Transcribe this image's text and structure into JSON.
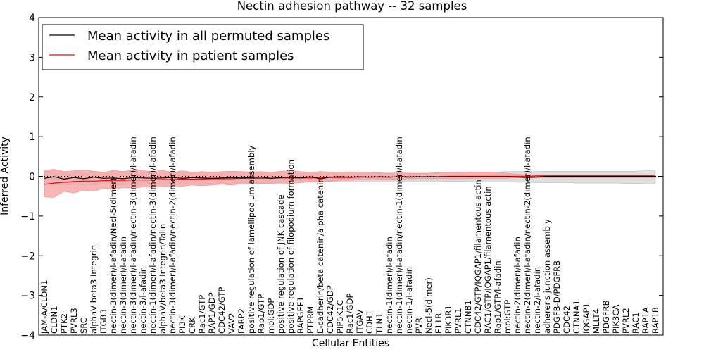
{
  "chart_data": {
    "type": "line",
    "title": "Nectin adhesion pathway -- 32 samples",
    "xlabel": "Cellular Entities",
    "ylabel": "Inferred Activity",
    "ylim": [
      -4,
      4
    ],
    "yticks": [
      -4,
      -3,
      -2,
      -1,
      0,
      1,
      2,
      3,
      4
    ],
    "grid": false,
    "legend_position": "top-left",
    "categories": [
      "JAM-A/CLDN1",
      "CLDN1",
      "PTK2",
      "PVRL3",
      "SRC",
      "alphaV beta3 Integrin",
      "ITGB3",
      "nectin-3(dimer)/l-afadin/Necl-5(dimer)",
      "nectin-3(dimer)/l-afadin",
      "nectin-3(dimer)/l-afadin/nectin-3(dimer)/l-afadin",
      "nectin-3/l-afadin",
      "nectin-1(dimer)/l-afadin/nectin-3(dimer)/l-afadin",
      "alphaV/beta3 Integrin/Talin",
      "nectin-3(dimer)/l-afadin/nectin-2(dimer)/l-afadin",
      "PI3K",
      "CRK",
      "Rac1/GTP",
      "RAP1/GDP",
      "CDC42/GTP",
      "VAV2",
      "FARP2",
      "positive regulation of lamellipodium assembly",
      "Rap1/GTP",
      "mol:GDP",
      "positive regulation of JNK cascade",
      "positive regulation of filopodium formation",
      "RAPGEF1",
      "PTPRM",
      "E-cadherin/beta catenin/alpha catenin",
      "CDC42/GDP",
      "PIP5K1C",
      "Rac1/GDP",
      "ITGAV",
      "CDH1",
      "TLN1",
      "nectin-1(dimer)/l-afadin",
      "nectin-1(dimer)/l-afadin/nectin-1(dimer)/l-afadin",
      "nectin-1/l-afadin",
      "PVR",
      "Necl-5(dimer)",
      "F11R",
      "PIK3R1",
      "PVRL1",
      "CTNNB1",
      "CDC42/GTP/IQGAP1/filamentous actin",
      "RAC1/GTP/IQGAP1/filamentous actin",
      "Rap1/GTP/l-afadin",
      "mol:GTP",
      "nectin-2(dimer)/l-afadin",
      "nectin-2(dimer)/l-afadin/nectin-2(dimer)/l-afadin",
      "nectin-2/l-afadin",
      "adherens junction assembly",
      "PDGFB-D/PDGFRB",
      "CDC42",
      "CTNNA1",
      "IQGAP1",
      "MLLT4",
      "PDGFRB",
      "PIK3CA",
      "PVRL2",
      "RAC1",
      "RAP1A",
      "RAP1B"
    ],
    "series": [
      {
        "name": "Mean activity in all permuted samples",
        "color": "#000000",
        "values": [
          -0.05,
          -0.01,
          -0.07,
          -0.03,
          -0.06,
          -0.02,
          -0.05,
          -0.04,
          -0.06,
          -0.03,
          -0.04,
          -0.05,
          -0.04,
          -0.03,
          -0.05,
          -0.03,
          -0.04,
          -0.05,
          -0.04,
          -0.03,
          -0.04,
          -0.03,
          -0.02,
          -0.05,
          -0.03,
          -0.02,
          -0.04,
          -0.01,
          -0.06,
          -0.02,
          -0.01,
          -0.02,
          -0.01,
          -0.02,
          -0.01,
          -0.02,
          -0.01,
          -0.02,
          -0.01,
          -0.01,
          -0.01,
          -0.01,
          -0.01,
          -0.01,
          -0.01,
          -0.01,
          -0.01,
          -0.01,
          -0.02,
          -0.03,
          -0.02,
          0.0,
          0.0,
          0.0,
          0.0,
          0.0,
          0.0,
          0.0,
          0.0,
          0.0,
          0.0,
          0.0,
          0.0
        ],
        "band_upper": [
          0.12,
          0.13,
          0.11,
          0.12,
          0.11,
          0.12,
          0.11,
          0.12,
          0.11,
          0.12,
          0.11,
          0.11,
          0.11,
          0.1,
          0.11,
          0.1,
          0.1,
          0.11,
          0.1,
          0.1,
          0.1,
          0.1,
          0.09,
          0.09,
          0.09,
          0.08,
          0.08,
          0.08,
          0.07,
          0.07,
          0.07,
          0.07,
          0.07,
          0.07,
          0.07,
          0.08,
          0.08,
          0.08,
          0.08,
          0.08,
          0.09,
          0.09,
          0.09,
          0.1,
          0.1,
          0.1,
          0.11,
          0.12,
          0.12,
          0.12,
          0.12,
          0.13,
          0.13,
          0.13,
          0.13,
          0.13,
          0.13,
          0.13,
          0.13,
          0.13,
          0.13,
          0.14,
          0.14
        ],
        "band_lower": [
          -0.22,
          -0.21,
          -0.22,
          -0.21,
          -0.22,
          -0.21,
          -0.2,
          -0.21,
          -0.22,
          -0.2,
          -0.21,
          -0.2,
          -0.21,
          -0.2,
          -0.19,
          -0.2,
          -0.19,
          -0.18,
          -0.19,
          -0.18,
          -0.17,
          -0.18,
          -0.17,
          -0.16,
          -0.15,
          -0.15,
          -0.14,
          -0.14,
          -0.13,
          -0.13,
          -0.12,
          -0.12,
          -0.12,
          -0.12,
          -0.12,
          -0.12,
          -0.12,
          -0.12,
          -0.12,
          -0.12,
          -0.12,
          -0.13,
          -0.13,
          -0.13,
          -0.14,
          -0.14,
          -0.14,
          -0.14,
          -0.15,
          -0.15,
          -0.16,
          -0.16,
          -0.16,
          -0.16,
          -0.17,
          -0.17,
          -0.17,
          -0.17,
          -0.17,
          -0.18,
          -0.18,
          -0.19,
          -0.19
        ]
      },
      {
        "name": "Mean activity in patient samples",
        "color": "#ff0000",
        "values": [
          -0.2,
          -0.17,
          -0.15,
          -0.13,
          -0.12,
          -0.12,
          -0.11,
          -0.1,
          -0.1,
          -0.09,
          -0.09,
          -0.09,
          -0.08,
          -0.08,
          -0.07,
          -0.07,
          -0.07,
          -0.06,
          -0.06,
          -0.06,
          -0.05,
          -0.05,
          -0.05,
          -0.05,
          -0.04,
          -0.04,
          -0.04,
          -0.04,
          -0.03,
          -0.03,
          -0.03,
          -0.03,
          -0.02,
          -0.02,
          -0.02,
          -0.02,
          -0.01,
          -0.01,
          -0.01,
          -0.01,
          -0.01,
          0.0,
          0.0,
          0.0,
          0.0,
          0.0,
          0.0,
          0.0,
          0.0,
          0.0,
          0.01,
          0.01,
          0.01,
          0.01,
          0.01,
          0.01,
          0.01,
          0.01,
          0.01,
          0.01,
          0.01,
          0.01,
          0.01
        ],
        "band_upper": [
          0.15,
          0.18,
          0.12,
          0.14,
          0.16,
          0.13,
          0.1,
          0.15,
          0.12,
          0.16,
          0.14,
          0.12,
          0.15,
          0.1,
          0.14,
          0.1,
          0.12,
          0.1,
          0.12,
          0.13,
          0.12,
          0.11,
          0.12,
          0.1,
          0.13,
          0.14,
          0.12,
          0.1,
          0.12,
          0.11,
          0.1,
          0.11,
          0.1,
          0.1,
          0.09,
          0.08,
          0.09,
          0.08,
          0.07,
          0.08,
          0.1,
          0.1,
          0.1,
          0.11,
          0.11,
          0.11,
          0.1,
          0.08,
          0.05,
          0.04,
          0.04,
          0.04,
          0.04,
          0.04,
          0.04,
          0.04,
          0.04,
          0.04,
          0.04,
          0.04,
          0.04,
          0.04,
          0.04
        ],
        "band_lower": [
          -0.52,
          -0.53,
          -0.38,
          -0.42,
          -0.35,
          -0.38,
          -0.3,
          -0.33,
          -0.28,
          -0.3,
          -0.27,
          -0.28,
          -0.26,
          -0.24,
          -0.25,
          -0.22,
          -0.24,
          -0.22,
          -0.2,
          -0.22,
          -0.19,
          -0.2,
          -0.18,
          -0.18,
          -0.17,
          -0.18,
          -0.16,
          -0.14,
          -0.15,
          -0.12,
          -0.1,
          -0.1,
          -0.09,
          -0.09,
          -0.08,
          -0.08,
          -0.07,
          -0.06,
          -0.06,
          -0.06,
          -0.06,
          -0.06,
          -0.06,
          -0.06,
          -0.05,
          -0.05,
          -0.05,
          -0.05,
          -0.03,
          -0.03,
          -0.03,
          -0.03,
          -0.03,
          -0.03,
          -0.03,
          -0.03,
          -0.03,
          -0.03,
          -0.03,
          -0.03,
          -0.03,
          -0.03,
          -0.03
        ]
      }
    ],
    "baseline_value": 0,
    "band_colors": {
      "permuted": "#d3d3d3",
      "patient": "#f7a8a8"
    }
  }
}
